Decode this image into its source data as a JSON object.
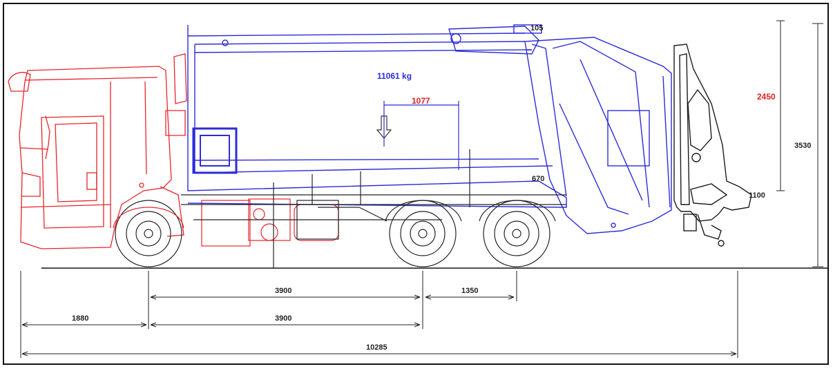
{
  "drawing": {
    "payload_weight": "11061 kg",
    "center_of_gravity_offset": "1077",
    "subframe_height": "670",
    "lift_height_red": "2450",
    "lift_small": "1100",
    "overall_height": "3530",
    "wheelbase_upper": "3900",
    "tandem_spacing": "1350",
    "front_overhang": "1880",
    "wheelbase_lower": "3900",
    "overall_length": "10285",
    "top_dim": "105"
  },
  "colors": {
    "cab": "#e8242a",
    "body": "#2b2bd9",
    "chassis": "#222222",
    "mechanism": "#1a1a1a"
  }
}
